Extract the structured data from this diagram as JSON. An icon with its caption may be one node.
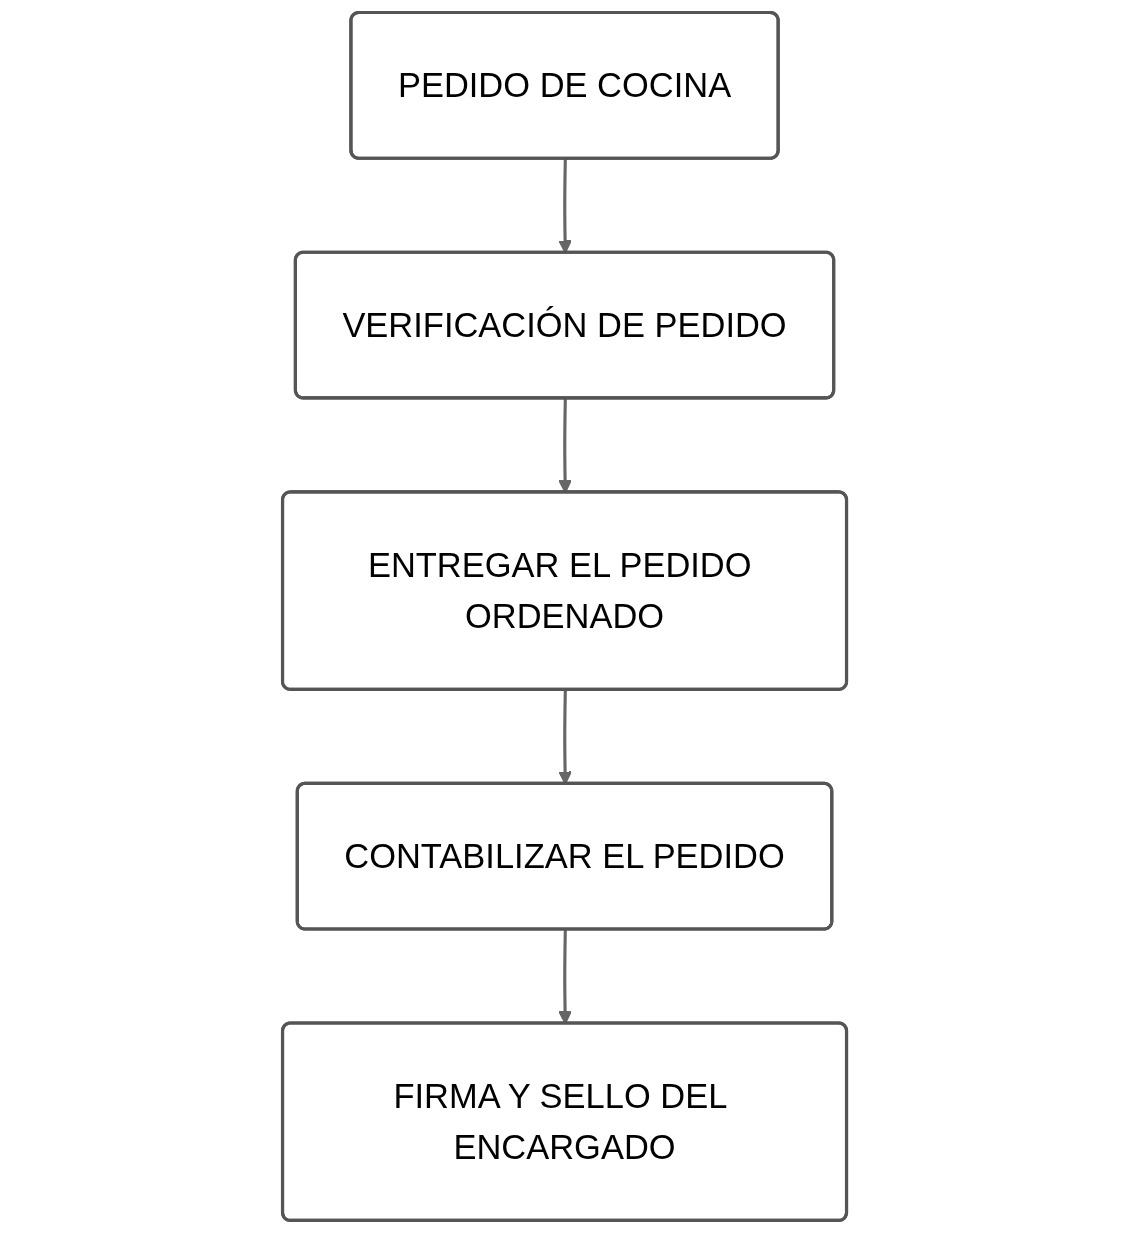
{
  "diagram": {
    "nodes": [
      {
        "text": [
          "PEDIDO DE COCINA"
        ]
      },
      {
        "text": [
          "VERIFICACIÓN DE PEDIDO"
        ]
      },
      {
        "text": [
          "ENTREGAR EL PEDIDO ORDENADO"
        ]
      },
      {
        "text": [
          "CONTABILIZAR EL PEDIDO"
        ]
      },
      {
        "text": [
          "FIRMA Y SELLO DEL ENCARGADO"
        ]
      }
    ],
    "edges": [
      {
        "from": 0,
        "to": 1,
        "arrow": "to"
      },
      {
        "from": 1,
        "to": 2,
        "arrow": "to"
      },
      {
        "from": 2,
        "to": 3,
        "arrow": "to"
      },
      {
        "from": 3,
        "to": 4,
        "arrow": "to"
      }
    ]
  }
}
